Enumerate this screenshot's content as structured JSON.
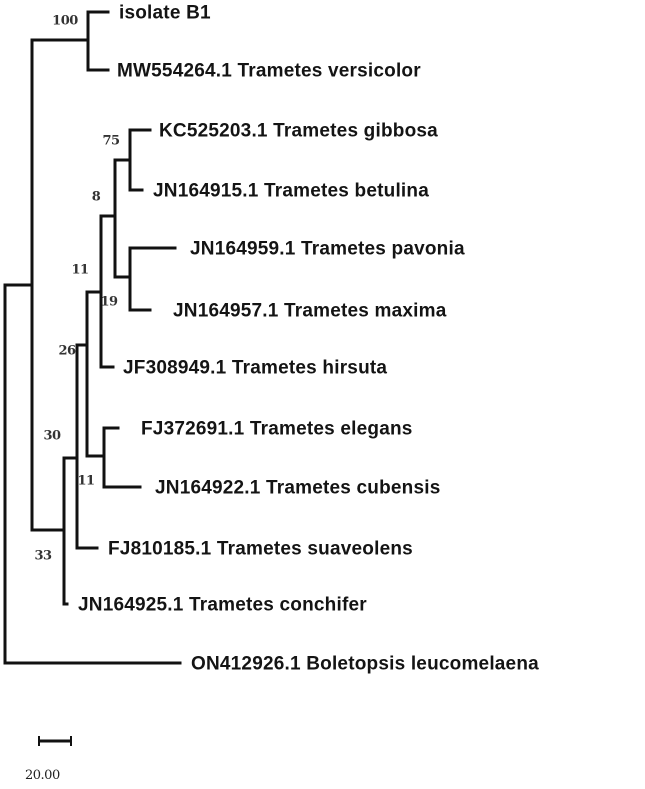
{
  "figure": {
    "type": "phylogenetic-tree",
    "line_color": "#111111",
    "leaves": [
      {
        "id": "isolate_b1",
        "label": "isolate B1"
      },
      {
        "id": "mw554264",
        "label": "MW554264.1 Trametes versicolor"
      },
      {
        "id": "kc525203",
        "label": "KC525203.1 Trametes gibbosa"
      },
      {
        "id": "jn164915",
        "label": "JN164915.1 Trametes betulina"
      },
      {
        "id": "jn164959",
        "label": "JN164959.1 Trametes pavonia"
      },
      {
        "id": "jn164957",
        "label": "JN164957.1 Trametes maxima"
      },
      {
        "id": "jf308949",
        "label": "JF308949.1 Trametes hirsuta"
      },
      {
        "id": "fj372691",
        "label": "FJ372691.1 Trametes elegans"
      },
      {
        "id": "jn164922",
        "label": "JN164922.1 Trametes cubensis"
      },
      {
        "id": "fj810185",
        "label": "FJ810185.1 Trametes suaveolens"
      },
      {
        "id": "jn164925",
        "label": "JN164925.1 Trametes conchifer"
      },
      {
        "id": "on412926",
        "label": "ON412926.1 Boletopsis leucomelaena"
      }
    ],
    "bootstrap": {
      "isolate_clade": "100",
      "gibbosa_betulina": "75",
      "gibbosa_betulina_pavonia_maxima": "8",
      "pavonia_maxima": "19",
      "clade_with_hirsuta": "11",
      "clade_26": "26",
      "clade_30": "30",
      "elegans_cubensis": "11",
      "clade_33": "33"
    },
    "scale_bar": {
      "label": "20.00"
    }
  }
}
